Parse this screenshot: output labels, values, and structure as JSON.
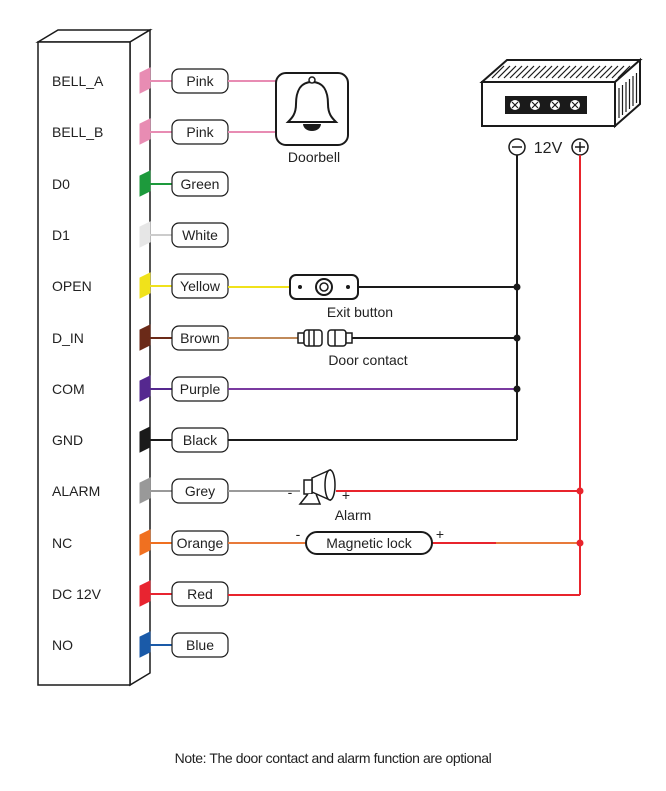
{
  "pins": [
    {
      "pin": "BELL_A",
      "wire": "Pink",
      "color": "#e88cb3"
    },
    {
      "pin": "BELL_B",
      "wire": "Pink",
      "color": "#e88cb3"
    },
    {
      "pin": "D0",
      "wire": "Green",
      "color": "#1d9a3c"
    },
    {
      "pin": "D1",
      "wire": "White",
      "color": "#e6e6e6"
    },
    {
      "pin": "OPEN",
      "wire": "Yellow",
      "color": "#f0e21b"
    },
    {
      "pin": "D_IN",
      "wire": "Brown",
      "color": "#6b2a18"
    },
    {
      "pin": "COM",
      "wire": "Purple",
      "color": "#55288f"
    },
    {
      "pin": "GND",
      "wire": "Black",
      "color": "#1a1a1a"
    },
    {
      "pin": "ALARM",
      "wire": "Grey",
      "color": "#999999"
    },
    {
      "pin": "NC",
      "wire": "Orange",
      "color": "#f07020"
    },
    {
      "pin": "DC 12V",
      "wire": "Red",
      "color": "#e82430"
    },
    {
      "pin": "NO",
      "wire": "Blue",
      "color": "#1a5aa8"
    }
  ],
  "devices": {
    "doorbell": "Doorbell",
    "exit_button": "Exit button",
    "door_contact": "Door contact",
    "alarm": "Alarm",
    "magnetic_lock": "Magnetic lock",
    "power_supply": "12V"
  },
  "polarity": {
    "minus": "-",
    "plus": "+"
  },
  "wire_colors": {
    "pink": "#e88cb3",
    "yellow": "#f0e21b",
    "brown": "#c08a5a",
    "purple": "#7a3aa0",
    "black": "#1a1a1a",
    "grey": "#9a9a9a",
    "orange": "#e87a3a",
    "red": "#e8242c"
  },
  "note": "Note: The door contact and alarm function are optional"
}
